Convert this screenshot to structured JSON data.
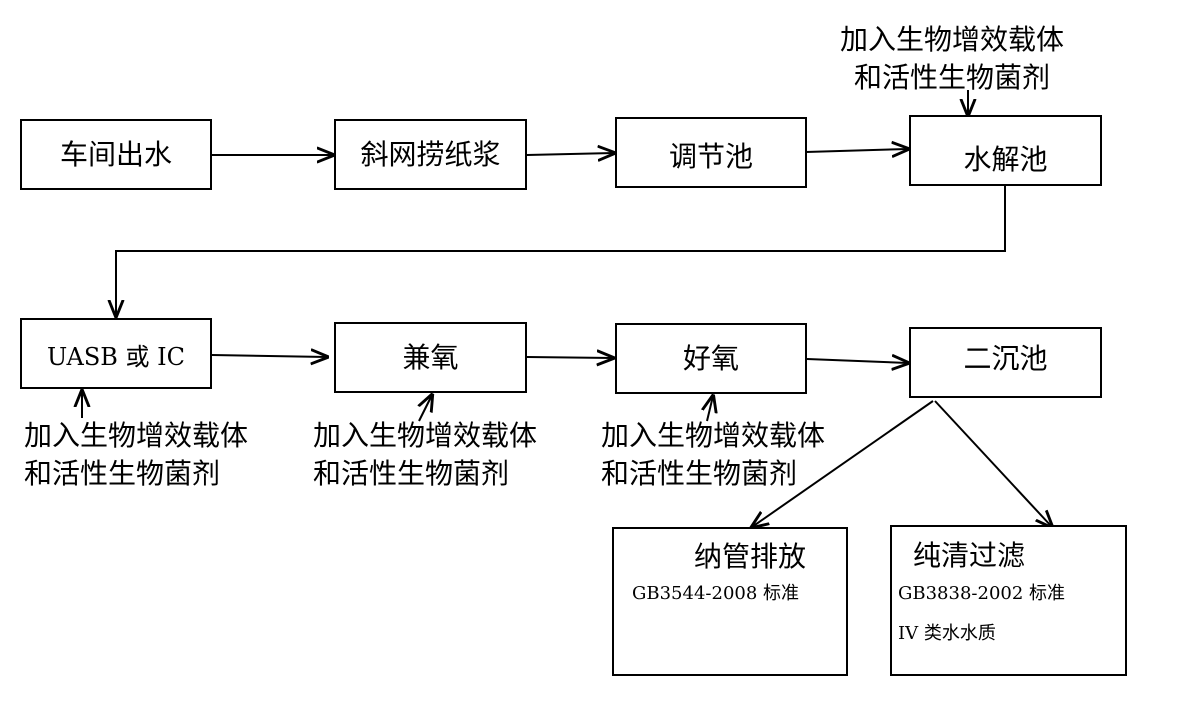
{
  "nodes": {
    "workshop_effluent": "车间出水",
    "inclined_screen": "斜网捞纸浆",
    "equalization_tank": "调节池",
    "hydrolysis_tank": "水解池",
    "uasb_ic": "UASB 或 IC",
    "anoxic": "兼氧",
    "aerobic": "好氧",
    "secondary_clarifier": "二沉池",
    "sewer_discharge": "纳管排放",
    "purify_filter": "纯清过滤"
  },
  "standards": {
    "sewer_discharge": "GB3544-2008 标准",
    "purify_filter_line1": "GB3838-2002 标准",
    "purify_filter_line2": "IV 类水水质"
  },
  "annotations": {
    "line1": "加入生物增效载体",
    "line2": "和活性生物菌剂"
  }
}
